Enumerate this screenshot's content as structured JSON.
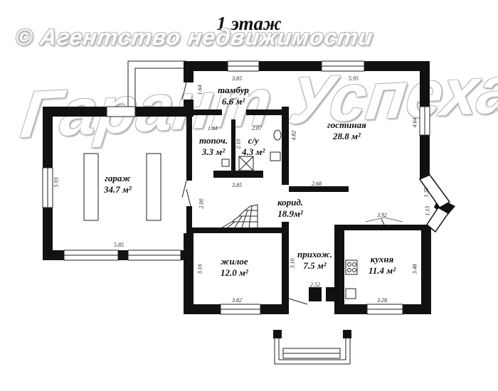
{
  "title": "1 этаж",
  "watermark": {
    "agency": "© Агентство недвижимости",
    "brand": "Гарант Успеха"
  },
  "rooms": {
    "tambur": {
      "name": "тамбур",
      "area": "6.6 м²"
    },
    "gostinaya": {
      "name": "гостиная",
      "area": "28.8 м²"
    },
    "topoch": {
      "name": "топоч.",
      "area": "3.3 м²"
    },
    "su": {
      "name": "с/у",
      "area": "4.3 м²"
    },
    "garazh": {
      "name": "гараж",
      "area": "34.7 м²"
    },
    "korid": {
      "name": "корид.",
      "area": "18.9м²"
    },
    "zhiloe": {
      "name": "жилое",
      "area": "12.0 м²"
    },
    "prihozh": {
      "name": "прихож.",
      "area": "7.5 м²"
    },
    "kuhnya": {
      "name": "кухня",
      "area": "11.4 м²"
    }
  },
  "dimensions": {
    "tambur_top": "3.85",
    "tambur_side": "1.64",
    "gost_top": "5.95",
    "gost_right": "4.64",
    "gost_su_side": "4.82",
    "topoch_top": "1.61",
    "su_top": "2.07",
    "su_side": "2.10",
    "gost_bottom": "2.68",
    "bay_upper": "1.35",
    "bay_lower": "1.15",
    "korid_top": "3.85",
    "garage_side": "5.93",
    "garage_bottom": "5.85",
    "korid_side": "2.00",
    "kitchen_top": "3.92",
    "zhiloe_side": "3.16",
    "prihozh_side": "3.10",
    "kitchen_side": "3.48",
    "zhiloe_bottom": "3.82",
    "entry_width": "2.52",
    "kitchen_bottom": "3.28"
  }
}
